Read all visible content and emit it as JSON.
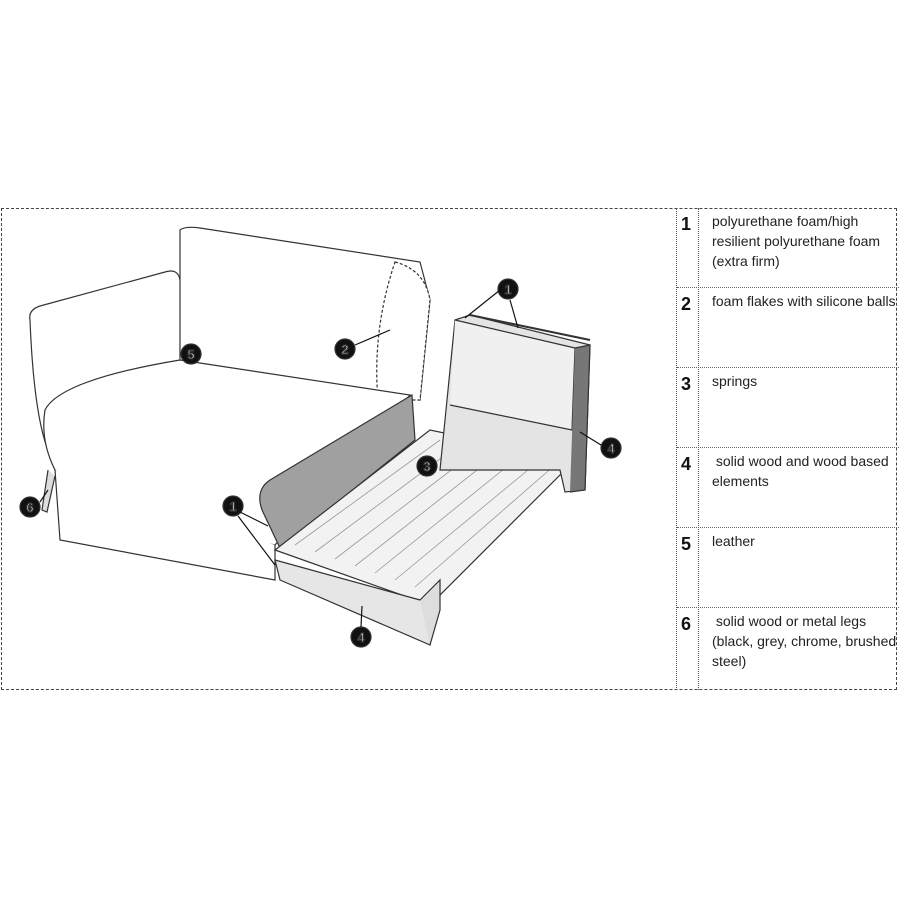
{
  "legend": {
    "rows": [
      {
        "num": "1",
        "text": "polyurethane foam/high resilient polyurethane foam (extra firm)"
      },
      {
        "num": "2",
        "text": "foam flakes with silicone balls"
      },
      {
        "num": "3",
        "text": "springs"
      },
      {
        "num": "4",
        "text": " solid wood and wood based elements"
      },
      {
        "num": "5",
        "text": "leather"
      },
      {
        "num": "6",
        "text": " solid wood or metal legs (black, grey, chrome, brushed steel)"
      }
    ]
  },
  "callouts": [
    "1",
    "2",
    "3",
    "4",
    "5",
    "6",
    "1",
    "4"
  ]
}
